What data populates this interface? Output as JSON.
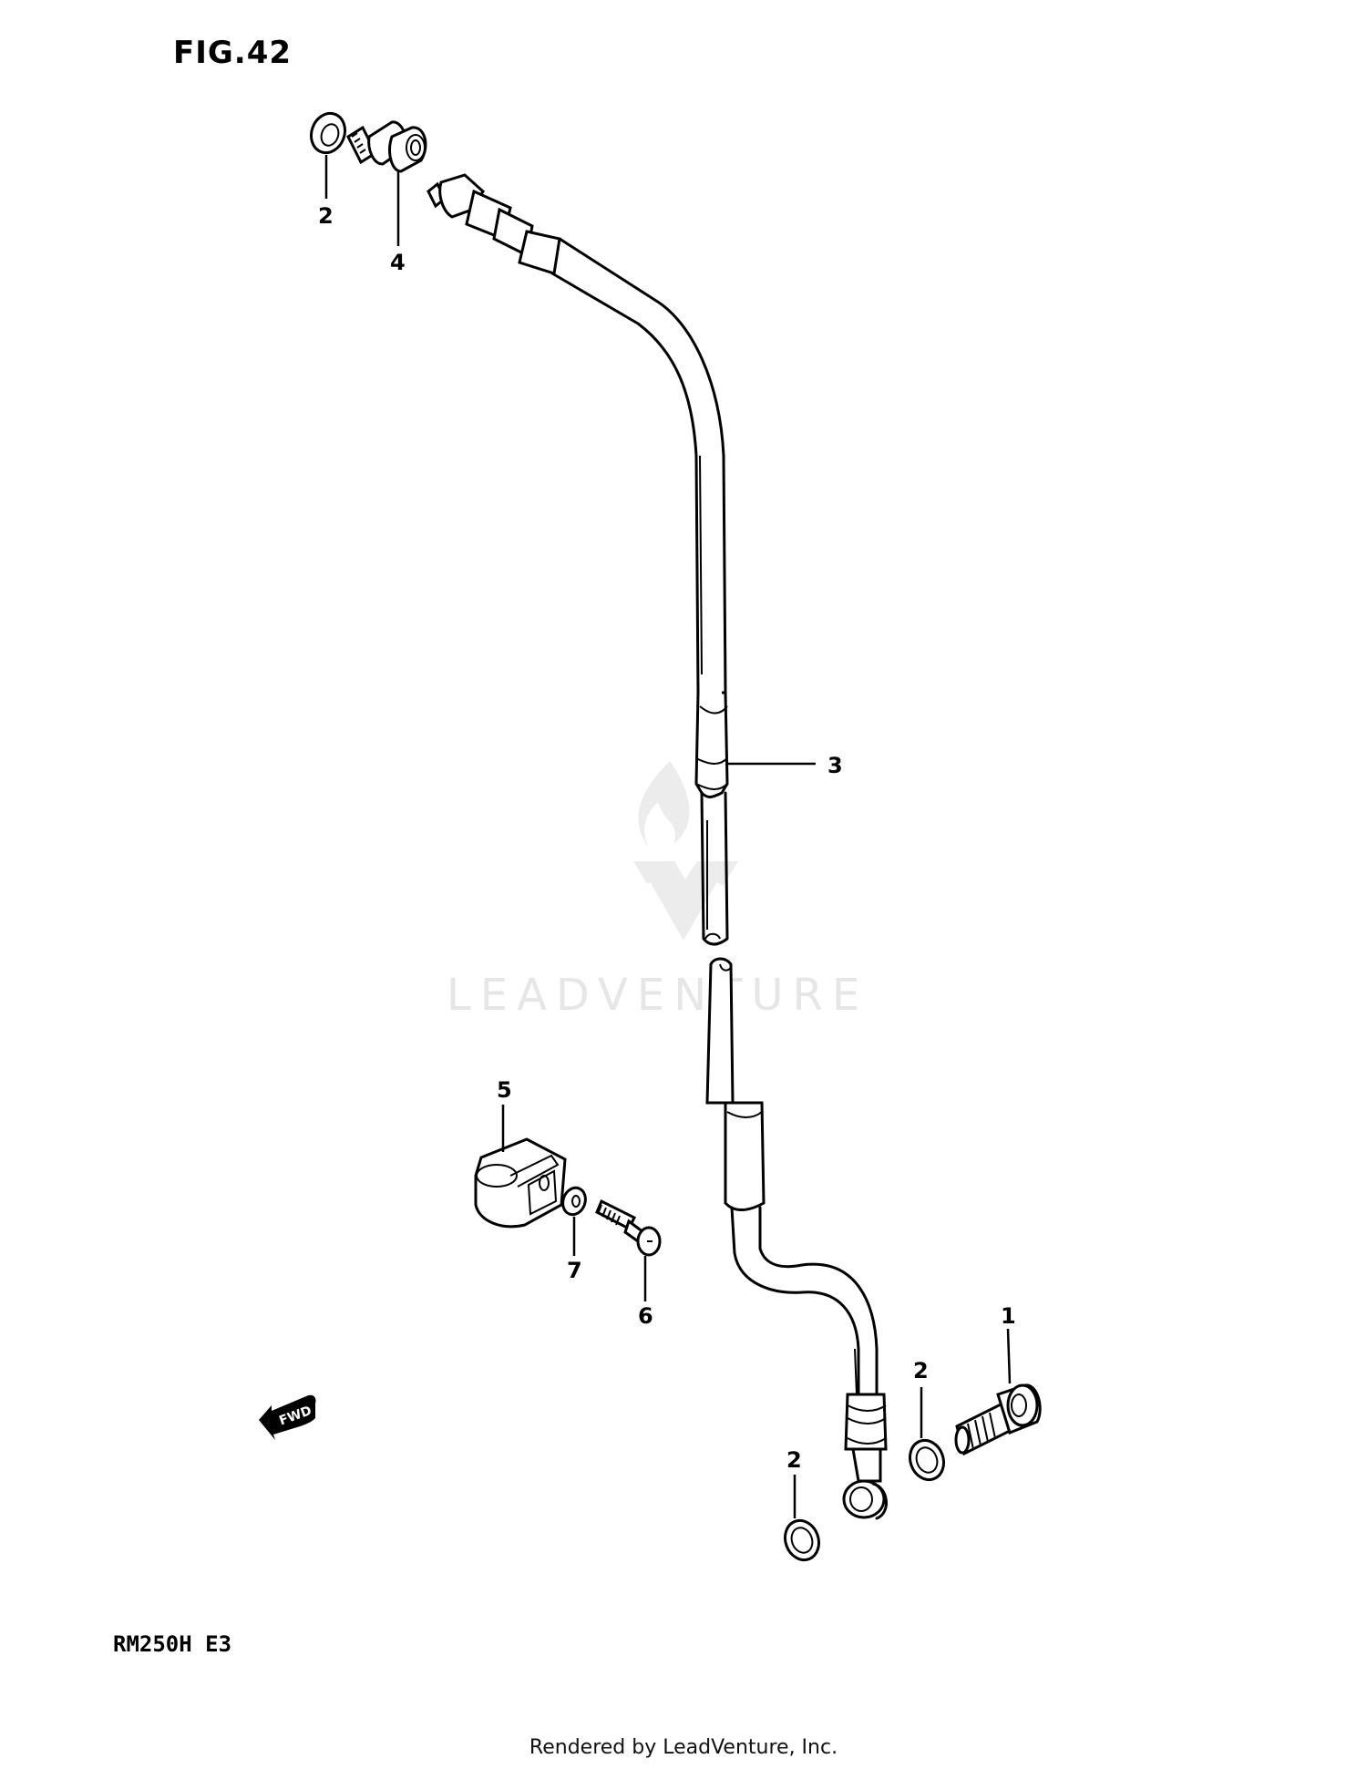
{
  "figure": {
    "title": "FIG.42",
    "model": "RM250H  E3",
    "footer": "Rendered by LeadVenture, Inc.",
    "watermark": "LEADVENTURE",
    "direction_marker": "FWD"
  },
  "callouts": [
    {
      "id": "2",
      "label": "2",
      "part": "gasket-washer-upper"
    },
    {
      "id": "4",
      "label": "4",
      "part": "union-bolt-fitting"
    },
    {
      "id": "3",
      "label": "3",
      "part": "brake-hose"
    },
    {
      "id": "5",
      "label": "5",
      "part": "hose-clamp"
    },
    {
      "id": "7",
      "label": "7",
      "part": "washer"
    },
    {
      "id": "6",
      "label": "6",
      "part": "clamp-bolt"
    },
    {
      "id": "1",
      "label": "1",
      "part": "union-bolt"
    },
    {
      "id": "2b",
      "label": "2",
      "part": "gasket-washer-middle"
    },
    {
      "id": "2c",
      "label": "2",
      "part": "gasket-washer-lower"
    }
  ]
}
